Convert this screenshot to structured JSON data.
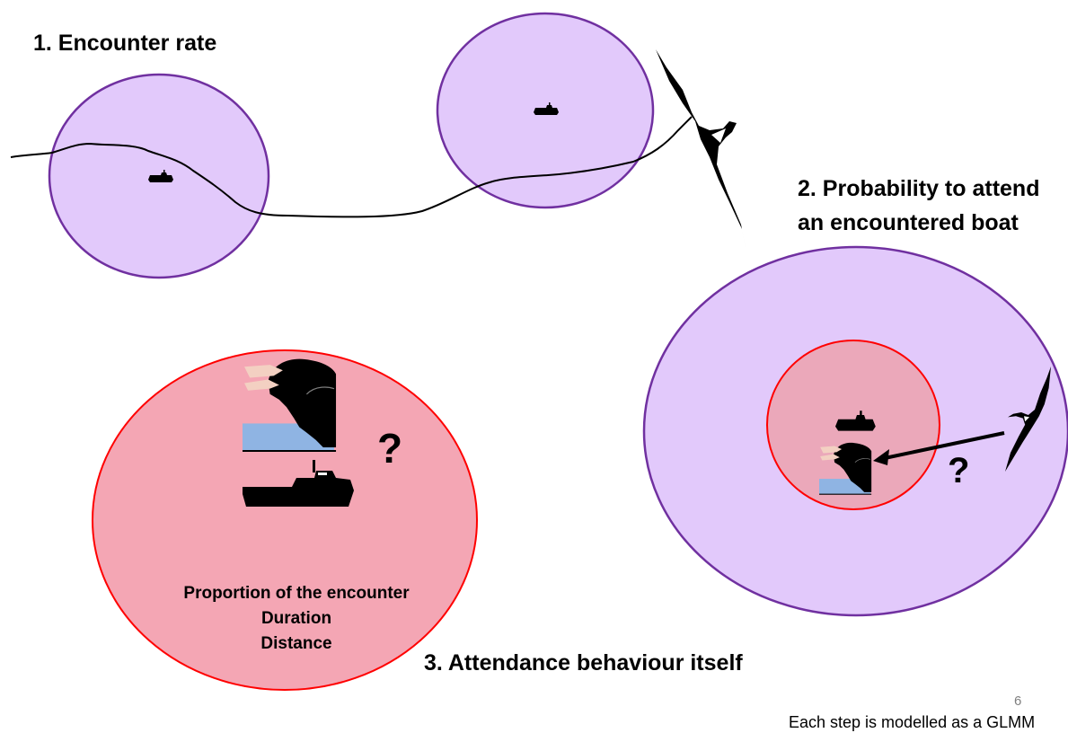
{
  "steps": {
    "encounter": "1. Encounter rate",
    "attend_line1": "2. Probability to attend",
    "attend_line2": "an encountered boat",
    "behaviour": "3. Attendance behaviour itself"
  },
  "behaviour_metrics": [
    "Proportion of the encounter",
    "Duration",
    "Distance"
  ],
  "question_mark": "?",
  "page_number": "6",
  "footnote": "Each step is modelled as a GLMM",
  "colors": {
    "zone_fill": "#e2c9fb",
    "zone_stroke": "#7030a0",
    "attendance_fill": "#f4a6b4",
    "attendance_stroke": "#ff0000",
    "water": "#8fb4e3",
    "silhouette": "#000000"
  },
  "icons": [
    "albatross-icon",
    "boat-icon",
    "albatross-head-icon",
    "albatross-track-icon",
    "arrow-icon"
  ]
}
